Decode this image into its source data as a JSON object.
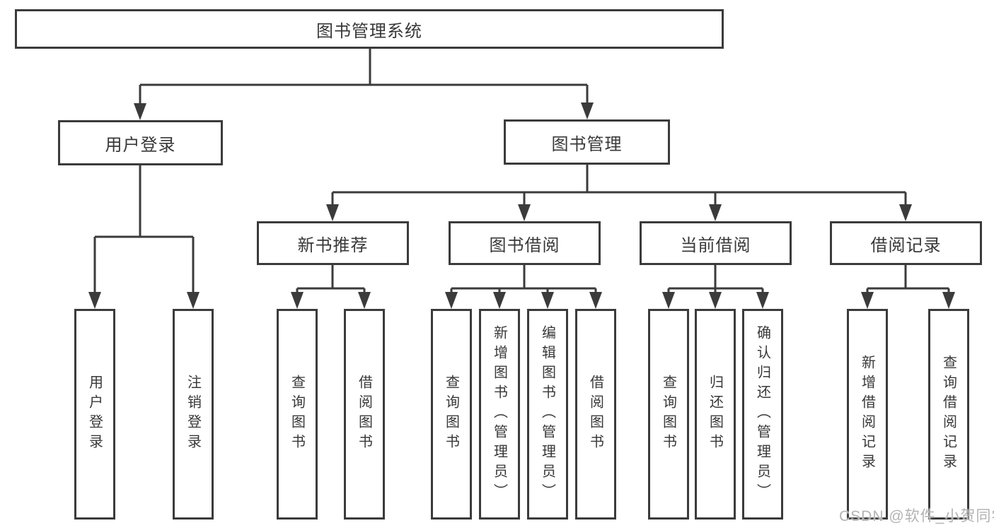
{
  "colors": {
    "line": "#3b3b3b",
    "text": "#383838",
    "watermark": "#b3b3b3",
    "background": "#ffffff"
  },
  "watermark": {
    "text": "CSDN @软件_小贺同学"
  },
  "tree": {
    "label": "图书管理系统",
    "children": [
      {
        "label": "用户登录",
        "children": [
          {
            "label": "用户登录"
          },
          {
            "label": "注销登录"
          }
        ]
      },
      {
        "label": "图书管理",
        "children": [
          {
            "label": "新书推荐",
            "children": [
              {
                "label": "查询图书"
              },
              {
                "label": "借阅图书"
              }
            ]
          },
          {
            "label": "图书借阅",
            "children": [
              {
                "label": "查询图书"
              },
              {
                "label": "新增图书（管理员）"
              },
              {
                "label": "编辑图书（管理员）"
              },
              {
                "label": "借阅图书"
              }
            ]
          },
          {
            "label": "当前借阅",
            "children": [
              {
                "label": "查询图书"
              },
              {
                "label": "归还图书"
              },
              {
                "label": "确认归还（管理员）"
              }
            ]
          },
          {
            "label": "借阅记录",
            "children": [
              {
                "label": "新增借阅记录"
              },
              {
                "label": "查询借阅记录"
              }
            ]
          }
        ]
      }
    ]
  }
}
